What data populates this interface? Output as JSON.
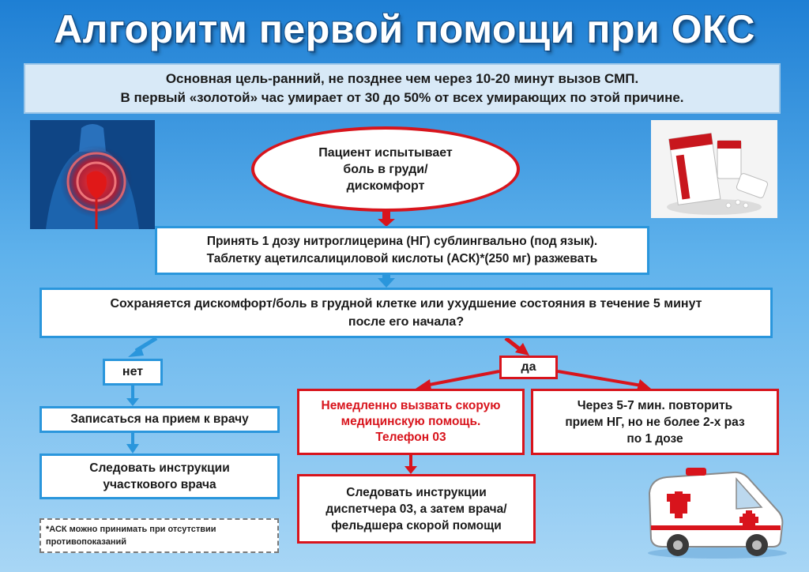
{
  "title": "Алгоритм первой помощи при ОКС",
  "banner": {
    "line1": "Основная цель-ранний, не позднее чем через 10-20 минут вызов СМП.",
    "line2": "В первый «золотой» час умирает от 30 до 50% от всех умирающих по этой причине."
  },
  "start": {
    "line1": "Пациент испытывает",
    "line2": "боль в груди/",
    "line3": "дискомфорт"
  },
  "step1": {
    "line1": "Принять 1 дозу нитроглицерина (НГ) сублингвально (под язык).",
    "line2": "Таблетку ацетилсалициловой кислоты (АСК)*(250 мг) разжевать"
  },
  "question": {
    "line1": "Сохраняется дискомфорт/боль в грудной клетке или ухудшение состояния в течение 5 минут",
    "line2": "после его начала?"
  },
  "no_label": "нет",
  "yes_label": "да",
  "no_branch": {
    "step1": "Записаться на прием к врачу",
    "step2_line1": "Следовать инструкции",
    "step2_line2": "участкового врача"
  },
  "yes_branch": {
    "call_line1": "Немедленно вызвать скорую",
    "call_line2": "медицинскую помощь.",
    "call_line3": "Телефон 03",
    "repeat_line1": "Через 5-7 мин. повторить",
    "repeat_line2": "прием НГ, но не более 2-х раз",
    "repeat_line3": "по 1 дозе",
    "follow_line1": "Следовать инструкции",
    "follow_line2": "диспетчера 03, а затем врача/",
    "follow_line3": "фельдшера скорой помощи"
  },
  "footnote": "*АСК можно принимать при отсутствии противопоказаний",
  "colors": {
    "red": "#d8141c",
    "blue": "#2a96dc",
    "call_text": "#d8141c"
  },
  "icons": [
    "chest-heart-illustration",
    "nitroglycerin-package-photo",
    "ambulance-illustration"
  ]
}
